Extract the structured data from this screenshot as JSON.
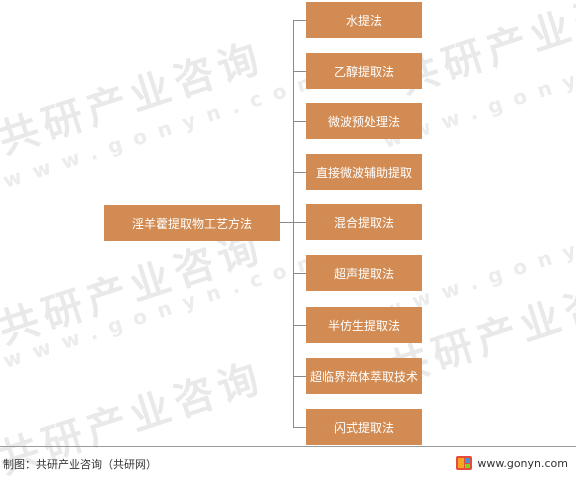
{
  "diagram": {
    "root": "淫羊藿提取物工艺方法",
    "methods": [
      "水提法",
      "乙醇提取法",
      "微波预处理法",
      "直接微波辅助提取",
      "混合提取法",
      "超声提取法",
      "半仿生提取法",
      "超临界流体萃取技术",
      "闪式提取法"
    ]
  },
  "watermark": {
    "cn": "共研产业咨询",
    "en": "www.gonyn.com"
  },
  "footer": {
    "source": "制图：共研产业咨询（共研网）",
    "site": "www.gonyn.com"
  },
  "colors": {
    "box": "#d28b52",
    "connector": "#8a8a8a"
  }
}
